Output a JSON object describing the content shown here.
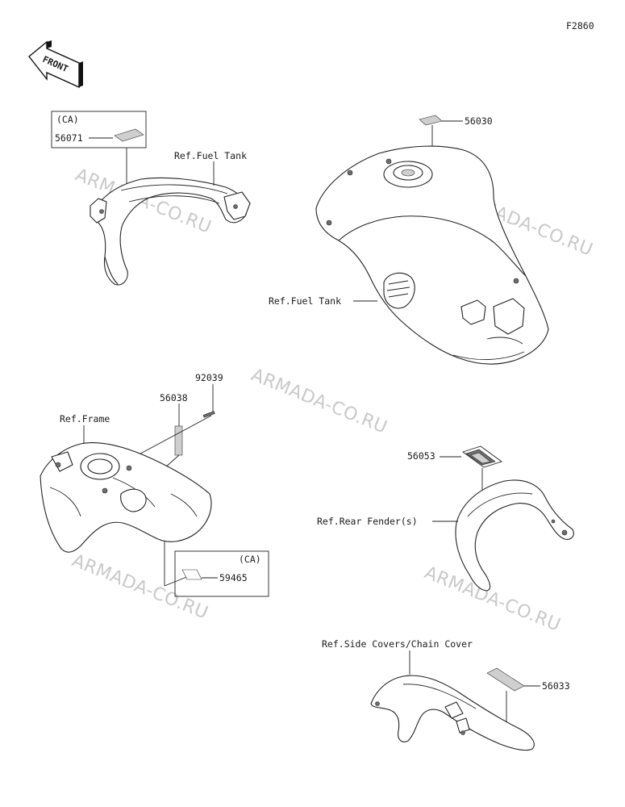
{
  "figure_code": "F2860",
  "front_label": "FRONT",
  "watermark": "ARMADA-CO.RU",
  "callouts": {
    "ca_top": "(CA)",
    "part_56071": "56071",
    "ref_fuel_tank_top": "Ref.Fuel Tank",
    "part_56030": "56030",
    "ref_fuel_tank_right": "Ref.Fuel Tank",
    "part_92039": "92039",
    "part_56038": "56038",
    "ref_frame": "Ref.Frame",
    "ca_bottom": "(CA)",
    "part_59465": "59465",
    "part_56053": "56053",
    "ref_rear_fender": "Ref.Rear Fender(s)",
    "ref_side_covers": "Ref.Side Covers/Chain Cover",
    "part_56033": "56033"
  }
}
